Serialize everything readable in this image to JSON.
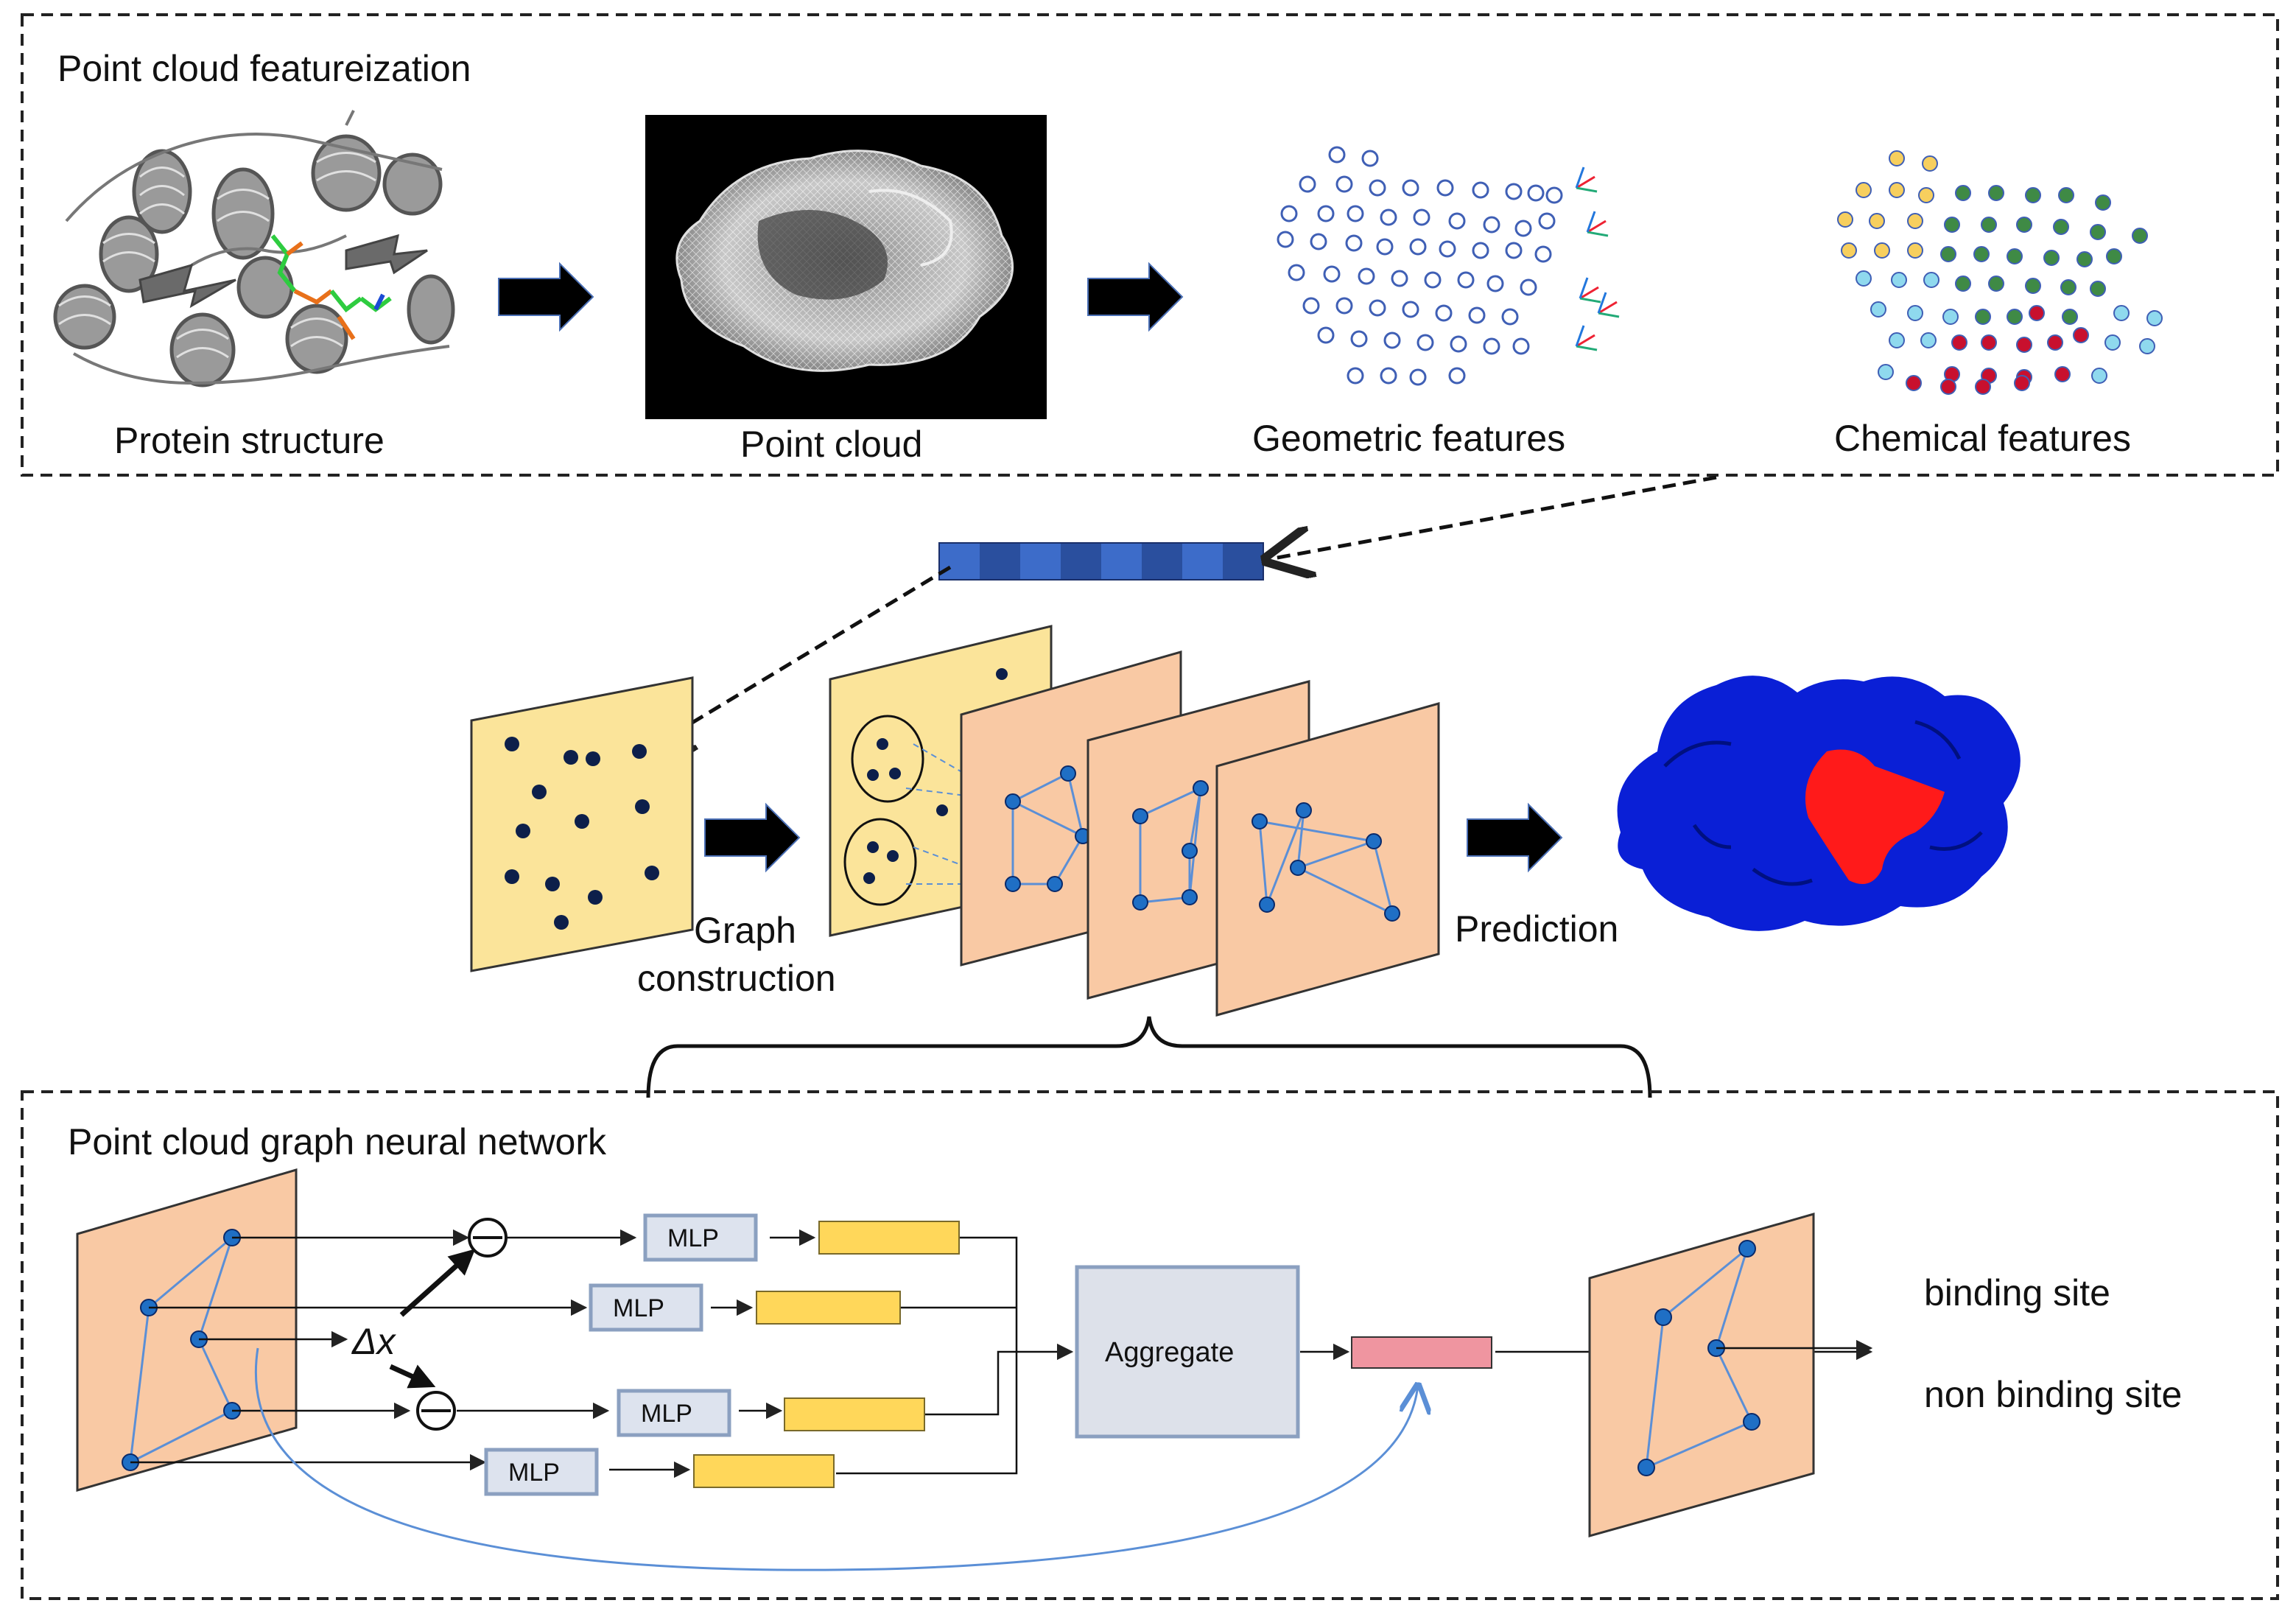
{
  "top_panel": {
    "title": "Point cloud featureization",
    "protein_label": "Protein structure",
    "pointcloud_label": "Point cloud",
    "geometric_label": "Geometric features",
    "chemical_label": "Chemical features"
  },
  "middle": {
    "graph_label_line1": "Graph",
    "graph_label_line2": "construction",
    "prediction_label": "Prediction"
  },
  "bottom_panel": {
    "title": "Point cloud graph neural network",
    "mlp_label": "MLP",
    "delta_label": "Δx",
    "aggregate_label": "Aggregate",
    "output_binding": "binding site",
    "output_nonbinding": "non binding site"
  },
  "colors": {
    "panel_border": "#222222",
    "sheet_yellow": "#fbe49a",
    "sheet_peach": "#f9c9a4",
    "node_blue": "#1f6fc5",
    "edge_blue": "#5b8fd6",
    "dot_navy": "#0d1f4a",
    "mlp_fill": "#dde3ee",
    "mlp_border": "#8ba0c0",
    "feature_yellow": "#ffd75a",
    "aggregate_fill": "#dde1ea",
    "output_pink": "#ef95a0",
    "embedding_blue": "#3d6cc9",
    "embedding_dark": "#2a4f9e",
    "chem_yellow": "#f7cf5e",
    "chem_green": "#3f8a45",
    "chem_cyan": "#8fd9ee",
    "chem_red": "#c8102e",
    "surface_blue": "#0a1fd6",
    "surface_red": "#ff1a1a"
  }
}
